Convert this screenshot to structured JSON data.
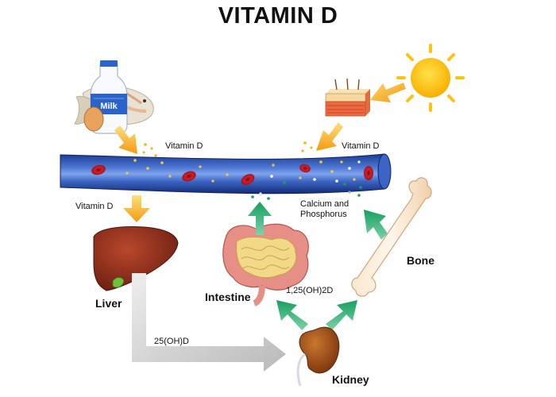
{
  "title": "VITAMIN D",
  "labels": {
    "milk": "Milk",
    "vitamin_d_food": "Vitamin D",
    "vitamin_d_skin": "Vitamin D",
    "vitamin_d_liver": "Vitamin D",
    "calcium": "Calcium and",
    "phosphorus": "Phosphorus",
    "bone": "Bone",
    "liver": "Liver",
    "intestine": "Intestine",
    "calcitriol": "1,25(OH)2D",
    "calcidiol": "25(OH)D",
    "kidney": "Kidney"
  },
  "colors": {
    "vessel": "#1f3f96",
    "blood_cell": "#c4161c",
    "arrow_orange": "#f5a21c",
    "arrow_green": "#1fa86b",
    "arrow_gray": "#c8c8c8",
    "sun": "#ffc20e",
    "liver": "#8b2c1c",
    "kidney": "#9a4a16",
    "intestine": "#f2d88a"
  },
  "icons": [
    "sun-icon",
    "skin-icon",
    "milk-bottle-icon",
    "fish-icon",
    "egg-icon",
    "blood-vessel-icon",
    "liver-icon",
    "intestine-icon",
    "bone-icon",
    "kidney-icon"
  ]
}
